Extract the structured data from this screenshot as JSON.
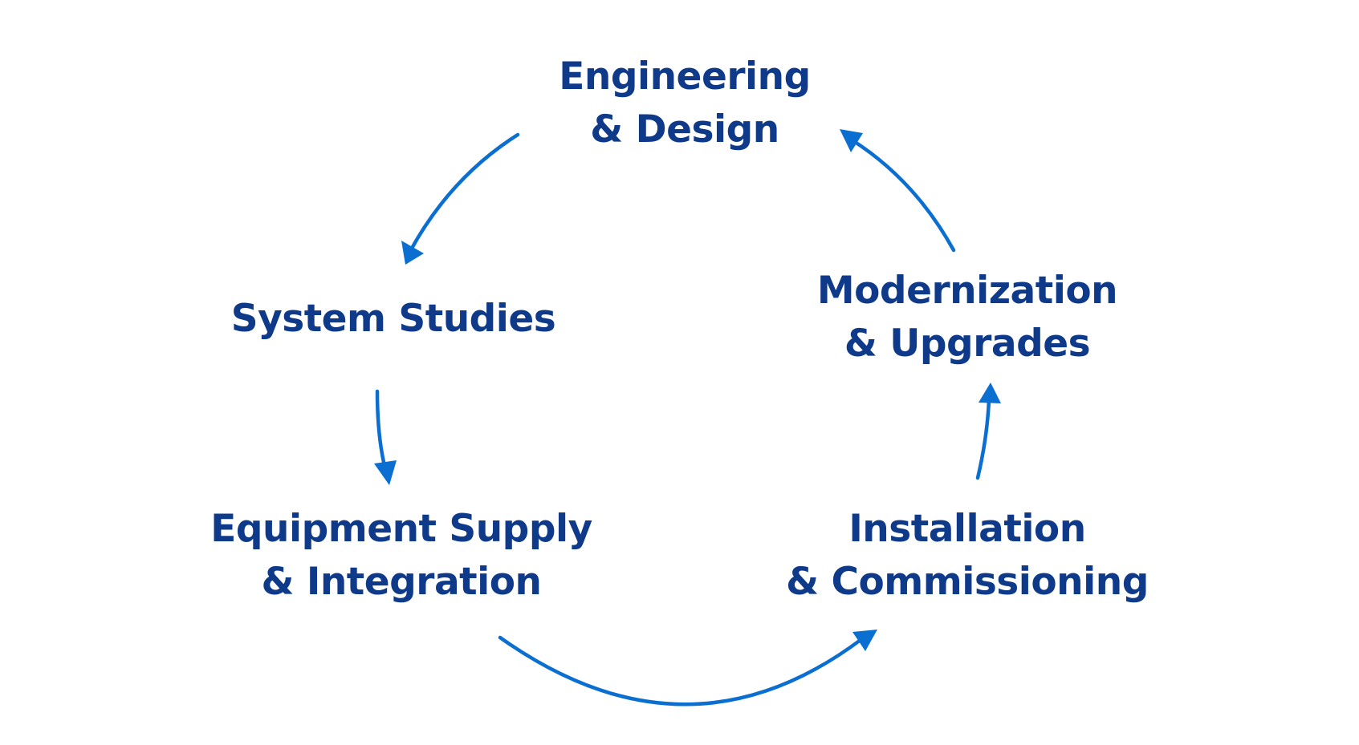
{
  "colors": {
    "text": "#0f3a8a",
    "arrow": "#0a6fd0",
    "background": "#ffffff"
  },
  "nodes": {
    "engineering": {
      "line1": "Engineering",
      "line2": "& Design"
    },
    "system_studies": {
      "line1": "System Studies"
    },
    "equipment": {
      "line1": "Equipment Supply",
      "line2": "& Integration"
    },
    "installation": {
      "line1": "Installation",
      "line2": "& Commissioning"
    },
    "modernization": {
      "line1": "Modernization",
      "line2": "& Upgrades"
    }
  }
}
